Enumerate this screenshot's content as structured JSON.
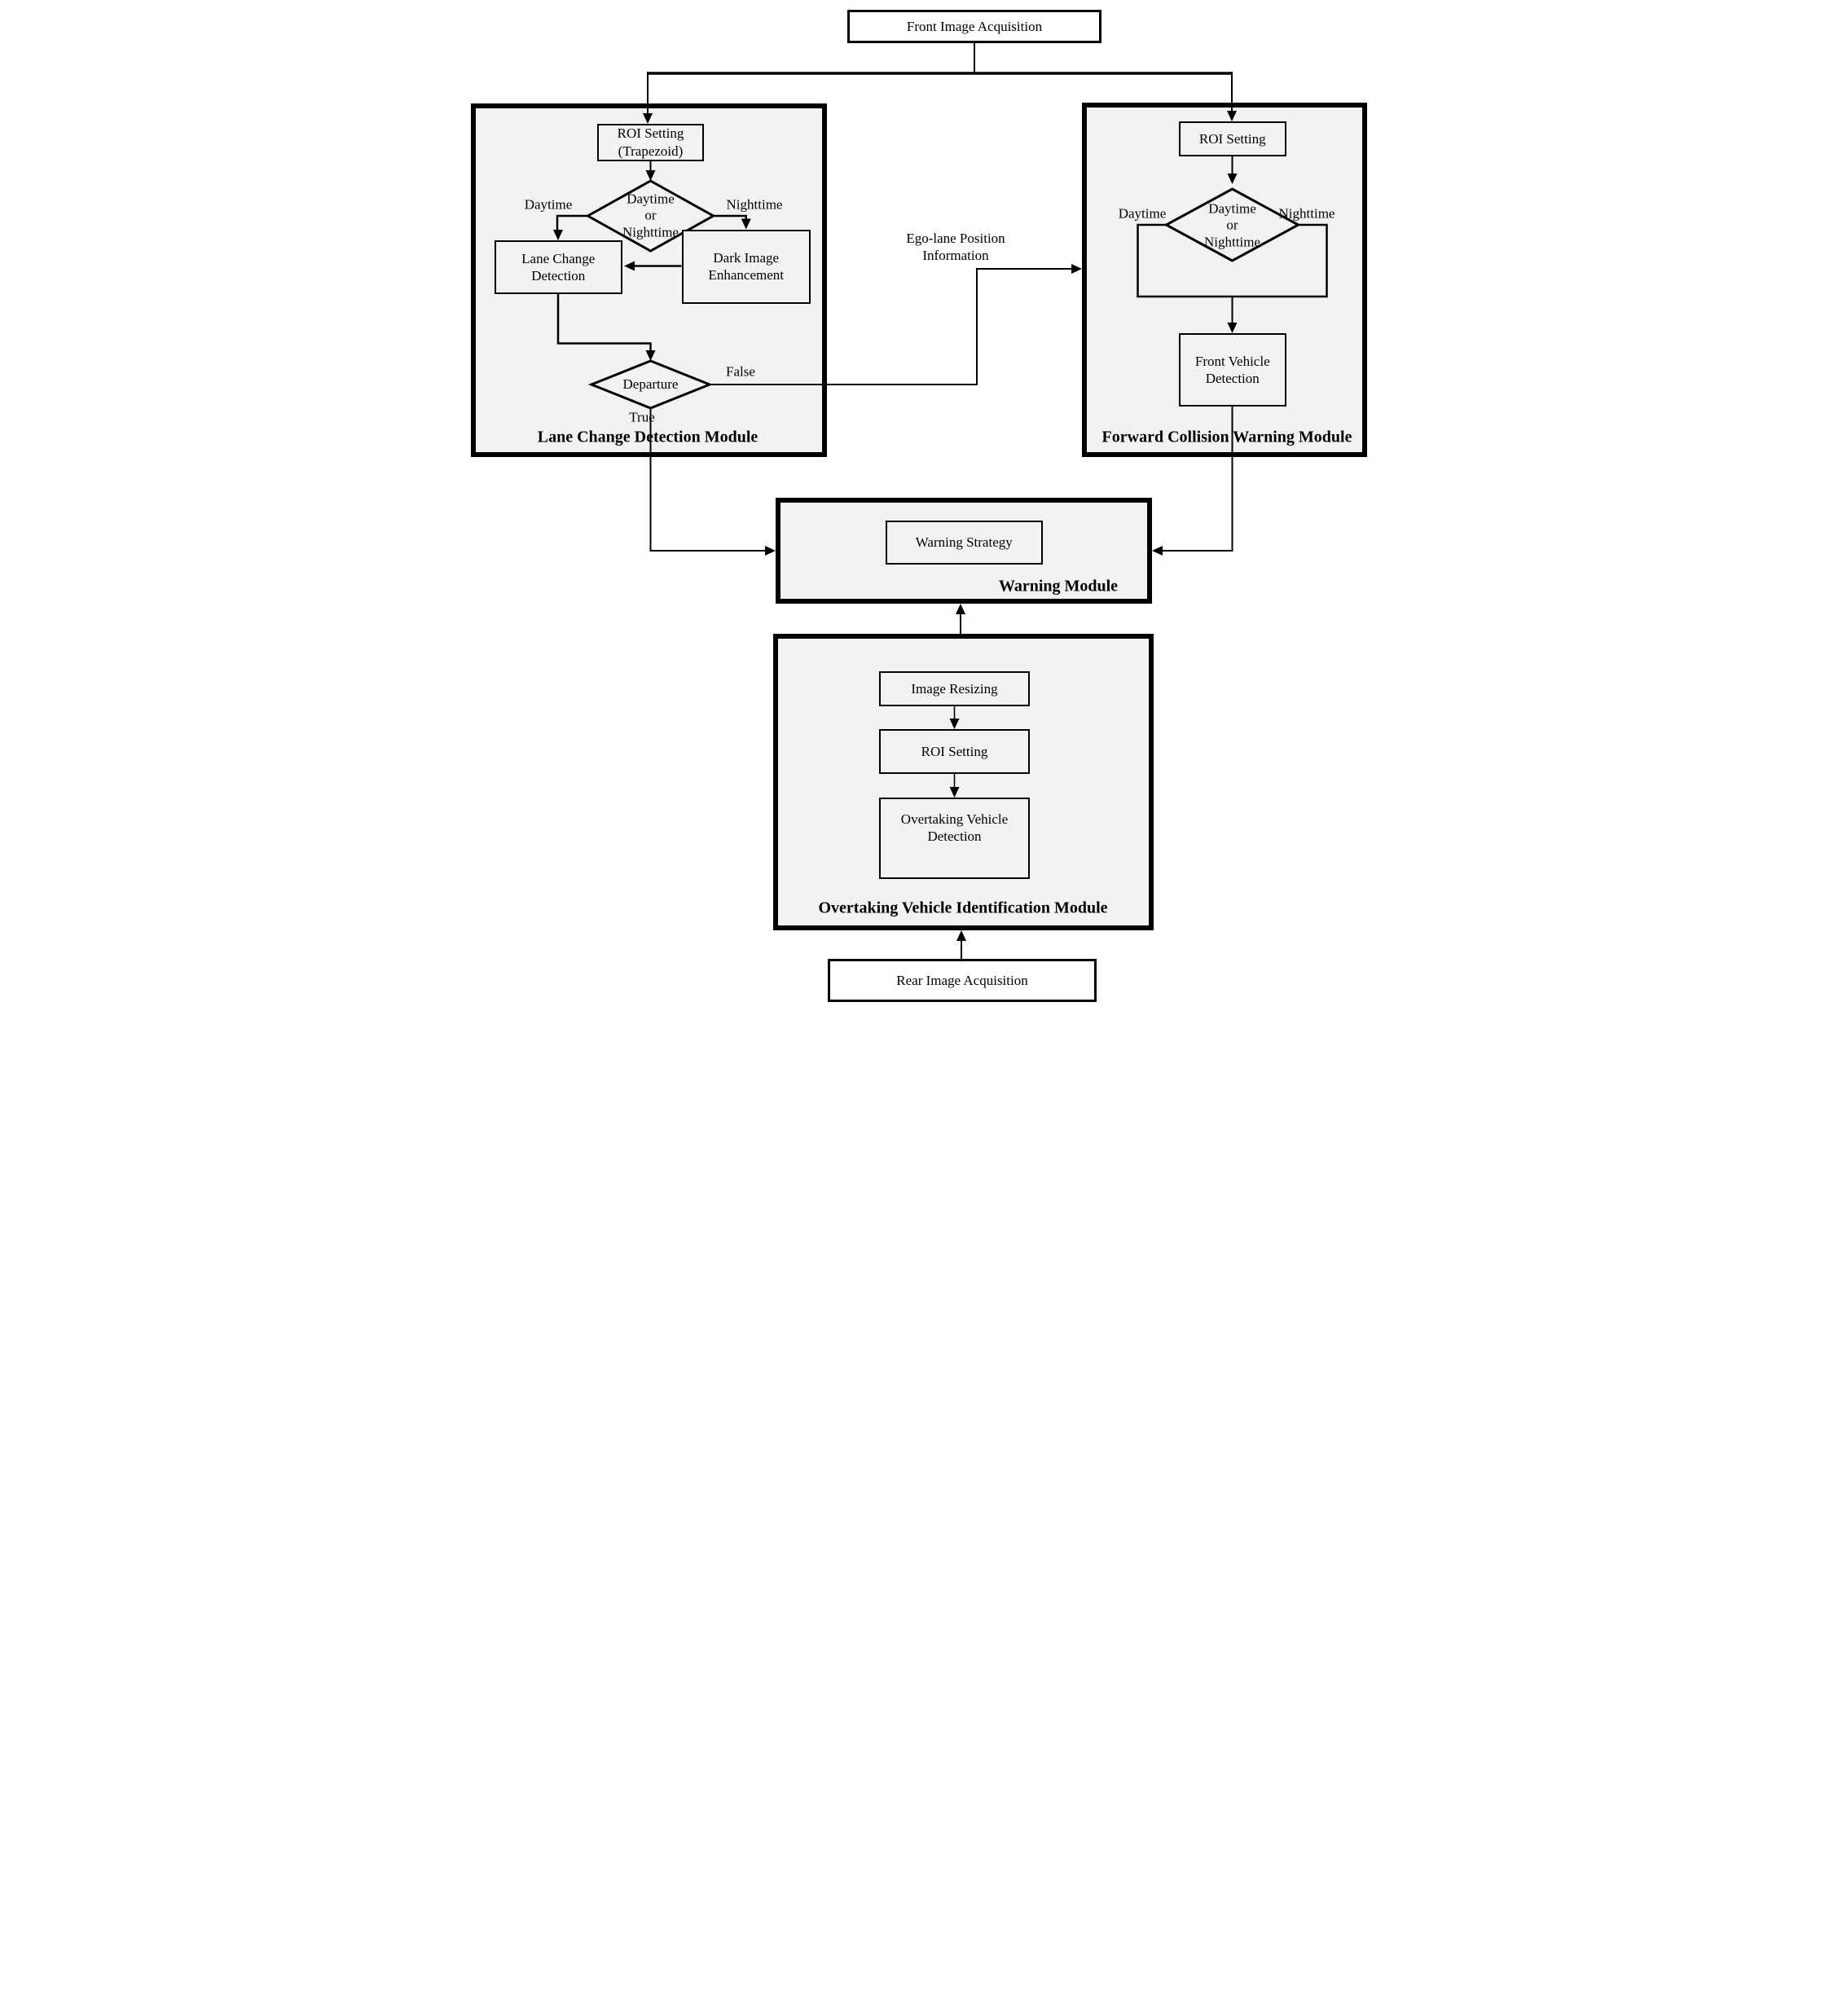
{
  "canvas": {
    "background": "#ffffff",
    "module_fill": "#f2f2f2",
    "stroke_color": "#000000"
  },
  "nodes": {
    "front_image_acquisition": "Front Image Acquisition",
    "rear_image_acquisition": "Rear Image Acquisition",
    "lcd_roi_setting": "ROI Setting\n(Trapezoid)",
    "lane_change_detection": "Lane Change\nDetection",
    "dark_image_enhancement": "Dark Image\nEnhancement",
    "fcw_roi_setting": "ROI Setting",
    "front_vehicle_detection": "Front Vehicle\nDetection",
    "warning_strategy": "Warning Strategy",
    "image_resizing": "Image Resizing",
    "ovim_roi_setting": "ROI Setting",
    "overtaking_vehicle_detection": "Overtaking Vehicle\nDetection"
  },
  "diamonds": {
    "lcd_day_or_night": "Daytime\nor\nNighttime",
    "fcw_day_or_night": "Daytime\nor\nNighttime",
    "departure": "Departure"
  },
  "modules": {
    "lane_change": {
      "title": "Lane Change Detection Module"
    },
    "forward_collision": {
      "title": "Forward Collision Warning Module"
    },
    "warning": {
      "title": "Warning Module"
    },
    "overtaking": {
      "title": "Overtaking Vehicle Identification Module"
    }
  },
  "edge_labels": {
    "lcd_daytime": "Daytime",
    "lcd_nighttime": "Nighttime",
    "fcw_daytime": "Daytime",
    "fcw_nighttime": "Nighttime",
    "departure_true": "True",
    "departure_false": "False",
    "ego_lane": "Ego-lane Position\nInformation"
  }
}
